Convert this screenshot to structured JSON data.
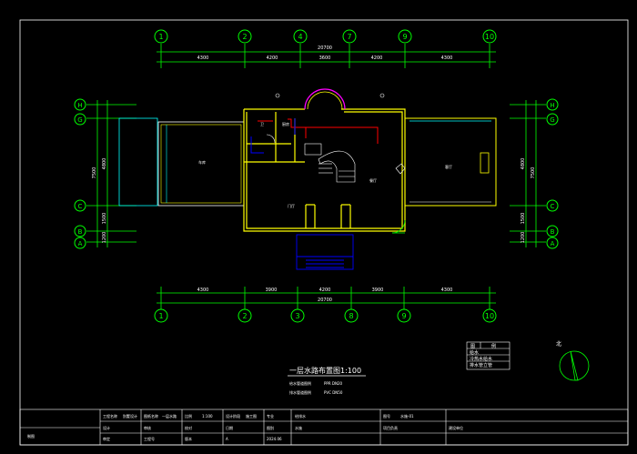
{
  "drawing": {
    "title": "一层水路布置图1:100",
    "notes": [
      "给水管道图例",
      "排水管道图例"
    ],
    "note_values": [
      "PPR DN20",
      "PVC DN50"
    ],
    "north_label": "北",
    "legend": {
      "header": [
        "图",
        "例"
      ],
      "rows": [
        "给水",
        "冷热水给水",
        "排水管立管"
      ]
    },
    "grid_top": [
      "1",
      "2",
      "4",
      "7",
      "9",
      "10"
    ],
    "grid_bottom": [
      "1",
      "2",
      "3",
      "8",
      "9",
      "10"
    ],
    "grid_side": [
      "H",
      "G",
      "C",
      "B",
      "A"
    ],
    "dims_top": [
      "4300",
      "4200",
      "3600",
      "4200",
      "4300"
    ],
    "dims_bottom": [
      "4300",
      "3900",
      "4200",
      "3900",
      "4300"
    ],
    "total_top": "20700",
    "total_bottom": "20700",
    "dims_left": [
      "4800",
      "1500",
      "1200"
    ],
    "total_left": "7500",
    "dims_right": [
      "4800",
      "1500",
      "1200"
    ],
    "total_right": "7500",
    "room_labels": [
      "车库",
      "客厅",
      "餐厅",
      "卫",
      "厨房",
      "门厅"
    ]
  },
  "title_block": {
    "row1": [
      "工程名称",
      "别墅设计",
      "图纸名称",
      "一层水路",
      "比例",
      "1:100",
      "设计阶段",
      "施工图",
      "专业",
      "给排水",
      "图号",
      "水施-01"
    ],
    "row2": [
      "设计",
      "审核",
      "校对",
      "日期",
      "图别",
      "水施",
      "项目负责",
      "建设单位"
    ],
    "row3": [
      "制图",
      "审定",
      "工程号",
      "版本",
      "A",
      "2024.06"
    ]
  },
  "colors": {
    "background": "#000000",
    "grid": "#00ff00",
    "wall": "#ffff00",
    "dim_text": "#ffffff",
    "cyan": "#00ffff",
    "red": "#ff0000",
    "blue": "#0000ff",
    "magenta": "#ff00ff"
  }
}
